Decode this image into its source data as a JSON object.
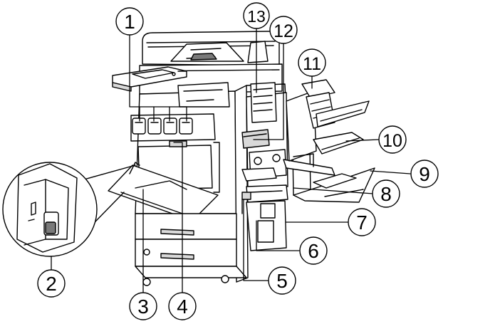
{
  "colors": {
    "stroke": "#000000",
    "fill": "#ffffff",
    "shade": "#d9d9d9",
    "dark": "#7a7a7a"
  },
  "callouts": [
    {
      "id": "callout-1",
      "number": "1"
    },
    {
      "id": "callout-2",
      "number": "2"
    },
    {
      "id": "callout-3",
      "number": "3"
    },
    {
      "id": "callout-4",
      "number": "4"
    },
    {
      "id": "callout-5",
      "number": "5"
    },
    {
      "id": "callout-6",
      "number": "6"
    },
    {
      "id": "callout-7",
      "number": "7"
    },
    {
      "id": "callout-8",
      "number": "8"
    },
    {
      "id": "callout-9",
      "number": "9"
    },
    {
      "id": "callout-10",
      "number": "10"
    },
    {
      "id": "callout-11",
      "number": "11"
    },
    {
      "id": "callout-12",
      "number": "12"
    },
    {
      "id": "callout-13",
      "number": "13"
    }
  ]
}
